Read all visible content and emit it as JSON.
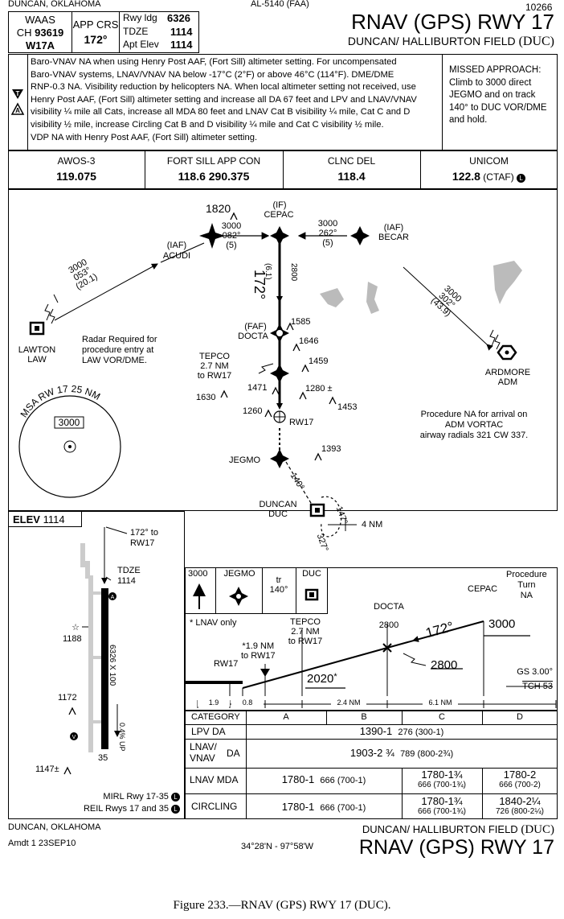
{
  "top": {
    "location": "DUNCAN, OKLAHOMA",
    "chart_id": "AL-5140 (FAA)",
    "number": "10266",
    "waas_label": "WAAS",
    "ch_label": "CH",
    "ch_value": "93619",
    "w_value": "W17A",
    "app_crs_label": "APP CRS",
    "app_crs_value": "172°",
    "rwy_ldg_label": "Rwy ldg",
    "rwy_ldg_value": "6326",
    "tdze_label": "TDZE",
    "tdze_value": "1114",
    "apt_elev_label": "Apt Elev",
    "apt_elev_value": "1114",
    "title": "RNAV (GPS) RWY 17",
    "airport": "DUNCAN/ HALLIBURTON FIELD",
    "airport_id": "(DUC)"
  },
  "notes": {
    "lines": [
      "Baro-VNAV NA when using Henry Post AAF, (Fort Sill) altimeter setting.  For uncompensated",
      "Baro-VNAV systems, LNAV/VNAV NA below -17°C (2°F) or above 46°C (114°F). DME/DME",
      "RNP-0.3 NA. Visibility reduction by helicopters NA. When local altimeter setting not received, use",
      "Henry Post AAF, (Fort Sill) altimeter setting and increase all DA 67 feet and LPV and LNAV/VNAV",
      "visibility ¼ mile all Cats, increase all MDA 80 feet and LNAV Cat B visibility  ¼ mile, Cat C and D",
      "visibility ½ mile, increase Circling Cat B and D visibility ¼ mile and Cat C visibility ½ mile.",
      "VDP NA with Henry Post AAF, (Fort Sill) altimeter setting."
    ],
    "missed": [
      "MISSED APPROACH:",
      "Climb to 3000 direct",
      "JEGMO and on track",
      "140° to DUC VOR/DME",
      "and hold."
    ]
  },
  "comms": [
    {
      "name": "AWOS-3",
      "freq": "119.075",
      "extra": ""
    },
    {
      "name": "FORT SILL APP CON",
      "freq": "118.6  290.375",
      "extra": ""
    },
    {
      "name": "CLNC DEL",
      "freq": "118.4",
      "extra": ""
    },
    {
      "name": "UNICOM",
      "freq": "122.8",
      "extra": "(CTAF)"
    }
  ],
  "plan": {
    "fix_1820": "1820",
    "if_label": "(IF)",
    "cepac": "CEPAC",
    "left_alt": "3000",
    "left_crs": "082°",
    "left_dist": "(5)",
    "right_alt": "3000",
    "right_crs": "262°",
    "right_dist": "(5)",
    "iaf": "(IAF)",
    "becar": "BECAR",
    "acudi": "ACUDI",
    "lawton_alt": "3000",
    "lawton_crs": "053°",
    "lawton_dist": "(20.1)",
    "lawton": "LAWTON",
    "law": "LAW",
    "radar_note": [
      "Radar Required for",
      "procedure entry at",
      "LAW VOR/DME."
    ],
    "crs172": "172°",
    "dist61": "(6.1)",
    "alt2800": "2800",
    "faf": "(FAF)",
    "docta": "DOCTA",
    "ob1585": "1585",
    "ob1646": "1646",
    "ob1459": "1459",
    "tepco": [
      "TEPCO",
      "2.7 NM",
      "to RW17"
    ],
    "ob1471": "1471",
    "ob1280": "1280 ±",
    "ob1630": "1630",
    "ob1453": "1453",
    "ob1260": "1260",
    "rw17": "RW17",
    "jegmo": "JEGMO",
    "ob1393": "1393",
    "crs140": "140°",
    "duncan": "DUNCAN",
    "duc": "DUC",
    "crs147": "147°",
    "crs327": "327°",
    "nm4": "4 NM",
    "ard_alt": "3000",
    "ard_crs": "302°",
    "ard_dist": "(43.9)",
    "ardmore": "ARDMORE",
    "adm": "ADM",
    "proc_na": [
      "Procedure NA for arrival on",
      "ADM VORTAC",
      "airway radials 321 CW 337."
    ],
    "msa": "MSA RW 17 25 NM",
    "msa_alt": "3000"
  },
  "airport_diag": {
    "elev_label": "ELEV",
    "elev": "1114",
    "crs": [
      "172° to",
      "RW17"
    ],
    "tdze": [
      "TDZE",
      "1114"
    ],
    "ob1188": "1188",
    "dims": "6326 X 100",
    "ob1172": "1172",
    "grade": "0.4% UP",
    "rwy35": "35",
    "ob1147": "1147±",
    "mirl": "MIRL Rwy 17-35",
    "reil": "REIL Rwys 17 and 35"
  },
  "profile": {
    "mb_alt": "3000",
    "mb_jegmo": "JEGMO",
    "mb_tr": "tr",
    "mb_crs": "140°",
    "mb_duc": "DUC",
    "proc_turn": [
      "Procedure",
      "Turn",
      "NA"
    ],
    "cepac": "CEPAC",
    "docta": "DOCTA",
    "docta_alt": "2800",
    "lnav_only": "* LNAV only",
    "tepco": [
      "TEPCO",
      "2.7 NM",
      "to RW17"
    ],
    "alt3000": "3000",
    "crs172": "172°",
    "vdp": [
      "*1.9 NM",
      "to RW17"
    ],
    "rw17": "RW17",
    "alt2800": "2800",
    "alt2020": "2020",
    "star": "*",
    "gs": "GS 3.00°",
    "tch": "TCH 53",
    "d19": "1.9",
    "d08": "0.8",
    "d24": "2.4 NM",
    "d61": "6.1 NM"
  },
  "minima": {
    "headers": [
      "CATEGORY",
      "A",
      "B",
      "C",
      "D"
    ],
    "lpv_label": "LPV  DA",
    "lpv_main": "1390-1",
    "lpv_sub": "276 (300-1)",
    "lnavvnav_label": [
      "LNAV/",
      "VNAV"
    ],
    "lnavvnav_da": "DA",
    "lnavvnav_main": "1903-2 ¾",
    "lnavvnav_sub": "789 (800-2¾)",
    "lnav_label": "LNAV  MDA",
    "lnav_ab_main": "1780-1",
    "lnav_ab_sub": "666 (700-1)",
    "lnav_c_main": "1780-1¾",
    "lnav_c_sub": "666 (700-1¾)",
    "lnav_d_main": "1780-2",
    "lnav_d_sub": "666 (700-2)",
    "circ_label": "CIRCLING",
    "circ_ab_main": "1780-1",
    "circ_ab_sub": "666 (700-1)",
    "circ_c_main": "1780-1¾",
    "circ_c_sub": "666 (700-1¾)",
    "circ_d_main": "1840-2¼",
    "circ_d_sub": "726 (800-2¼)"
  },
  "bottom": {
    "location": "DUNCAN, OKLAHOMA",
    "amdt": "Amdt 1  23SEP10",
    "coords": "34°28'N - 97°58'W",
    "airport": "DUNCAN/ HALLIBURTON FIELD",
    "airport_id": "(DUC)",
    "title": "RNAV (GPS) RWY 17"
  },
  "caption": "Figure 233.—RNAV (GPS) RWY 17 (DUC)."
}
